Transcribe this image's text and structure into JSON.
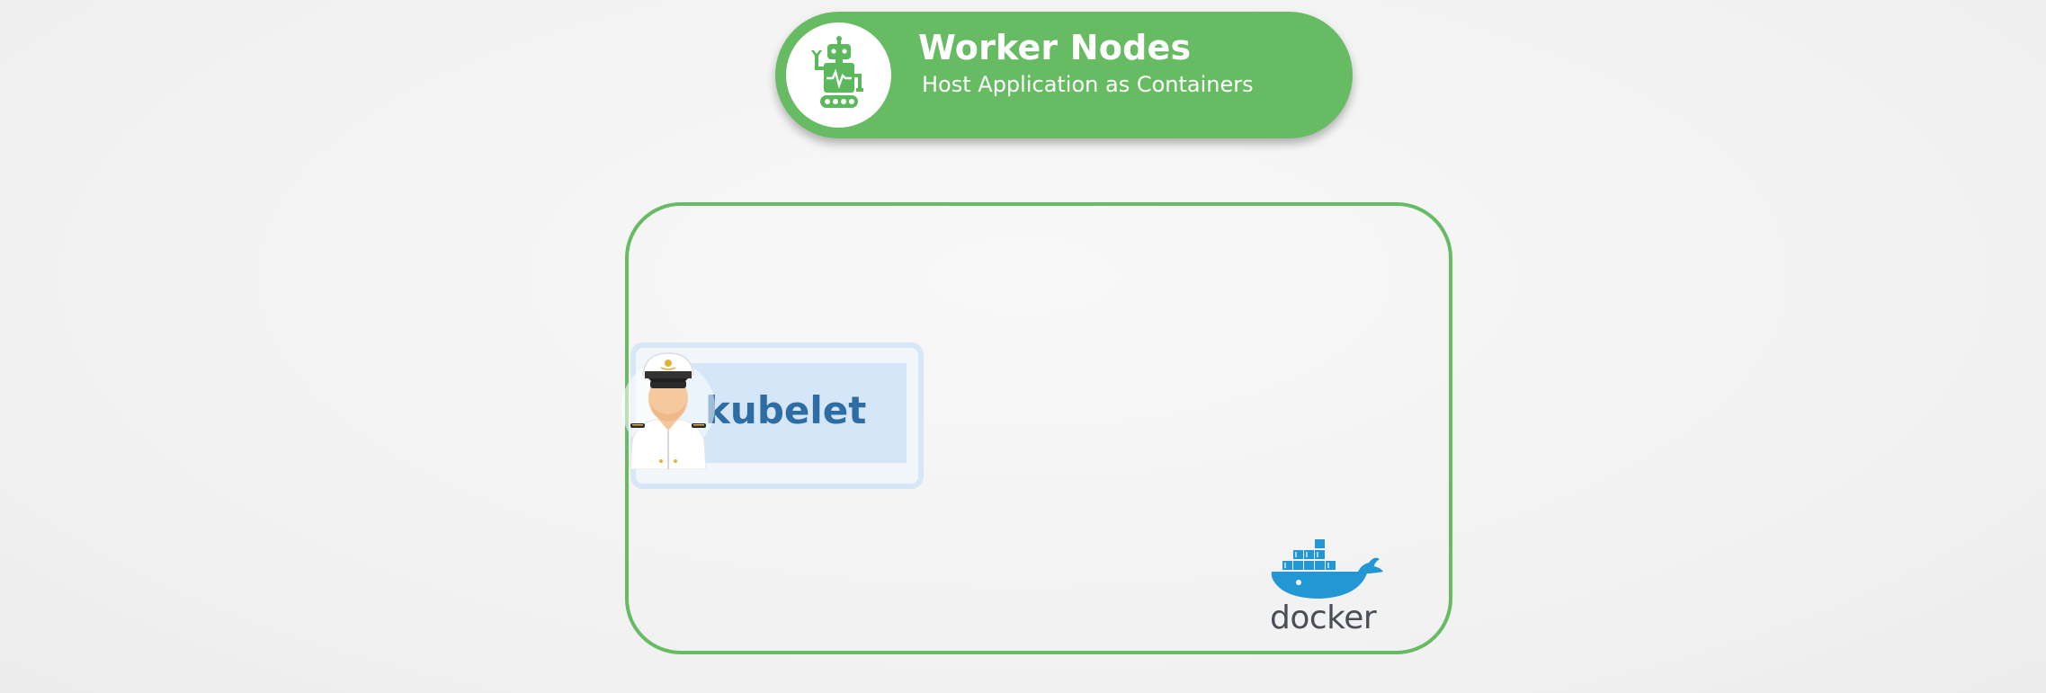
{
  "header": {
    "title": "Worker Nodes",
    "subtitle": "Host Application as Containers",
    "icon": "robot-icon",
    "color": "#66bb63"
  },
  "node": {
    "border_color": "#66bb63"
  },
  "kubelet": {
    "label": "kubelet",
    "icon": "ship-captain-icon",
    "label_color": "#2d6da4"
  },
  "docker": {
    "label": "docker",
    "icon": "docker-whale-icon",
    "color": "#2396d4"
  }
}
